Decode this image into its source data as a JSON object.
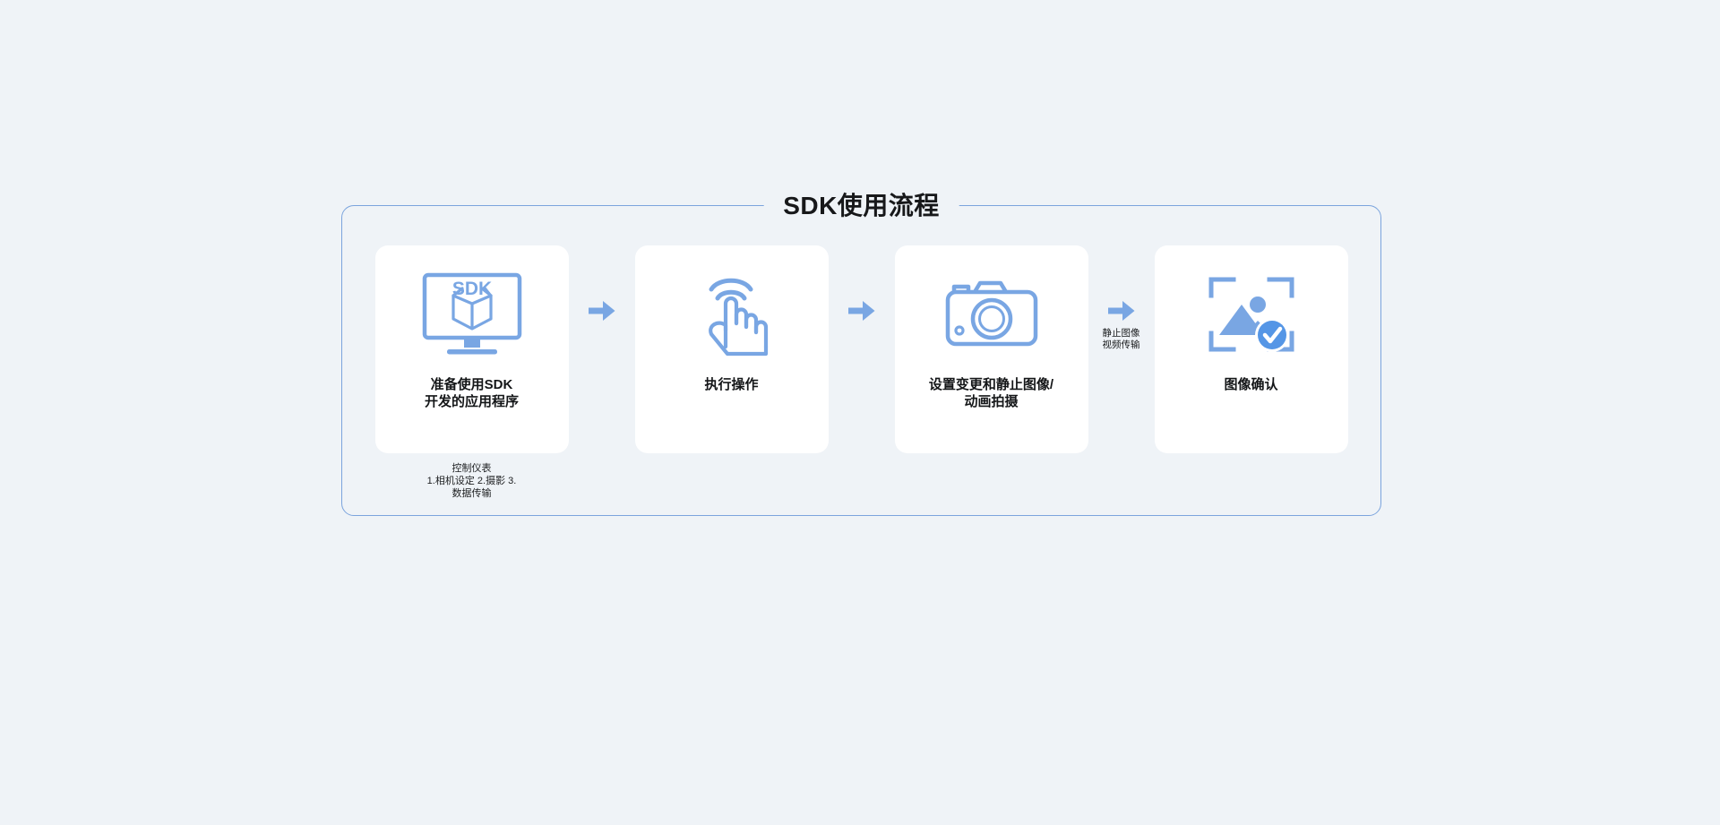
{
  "page": {
    "background_color": "#eff3f7",
    "accent_color": "#7ba4dd",
    "icon_color": "#79a6e3",
    "text_color": "#141618"
  },
  "panel": {
    "title": "SDK使用流程",
    "border_color": "#7ba4dd"
  },
  "steps": [
    {
      "icon_name": "monitor-sdk-box-icon",
      "icon_text": "SDK",
      "label": "准备使用SDK\n开发的应用程序",
      "note": "控制仪表\n1.相机设定 2.摄影 3.数据传输"
    },
    {
      "icon_name": "tap-hand-gesture-icon",
      "label": "执行操作",
      "note": ""
    },
    {
      "icon_name": "camera-icon",
      "label": "设置变更和静止图像/\n动画拍摄",
      "note": ""
    },
    {
      "icon_name": "image-confirm-check-icon",
      "label": "图像确认",
      "note": ""
    }
  ],
  "connectors": [
    {
      "icon_name": "arrow-right-icon",
      "label": ""
    },
    {
      "icon_name": "arrow-right-icon",
      "label": ""
    },
    {
      "icon_name": "arrow-right-icon",
      "label": "静止图像\n视频传输"
    }
  ]
}
